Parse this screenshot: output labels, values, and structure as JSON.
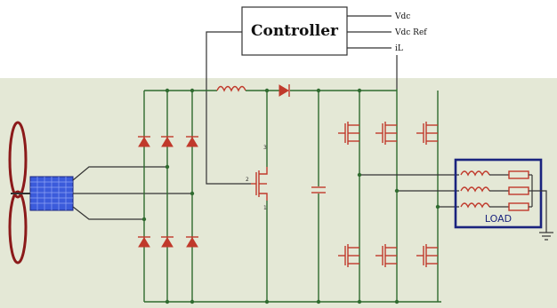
{
  "controller": {
    "label": "Controller",
    "signals": [
      "Vdc",
      "Vdc Ref",
      "iL"
    ]
  },
  "load": {
    "label": "LOAD"
  },
  "pin_numbers": {
    "boost_gate": "2",
    "boost_drain": "3",
    "boost_source": "1"
  },
  "colors": {
    "background": "#e4e8d6",
    "wire": "#2f6b2f",
    "component": "#c0392b",
    "load_box": "#1a237e",
    "generator": "#3b5bdb"
  }
}
